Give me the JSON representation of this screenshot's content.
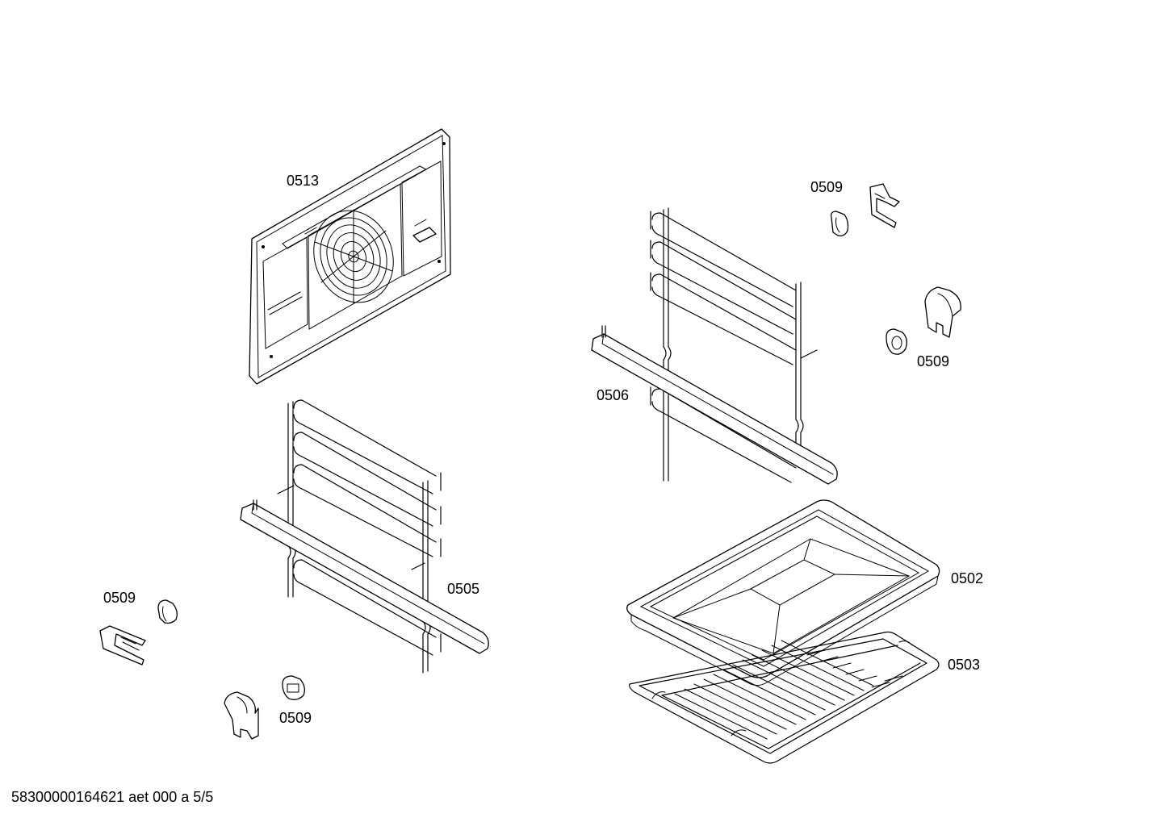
{
  "parts": {
    "p0513": "0513",
    "p0509_top": "0509",
    "p0509_right": "0509",
    "p0506": "0506",
    "p0505": "0505",
    "p0509_left": "0509",
    "p0509_bottom": "0509",
    "p0502": "0502",
    "p0503": "0503"
  },
  "footer": {
    "drawing_id": "58300000164621 aet 000 a 5/5"
  }
}
